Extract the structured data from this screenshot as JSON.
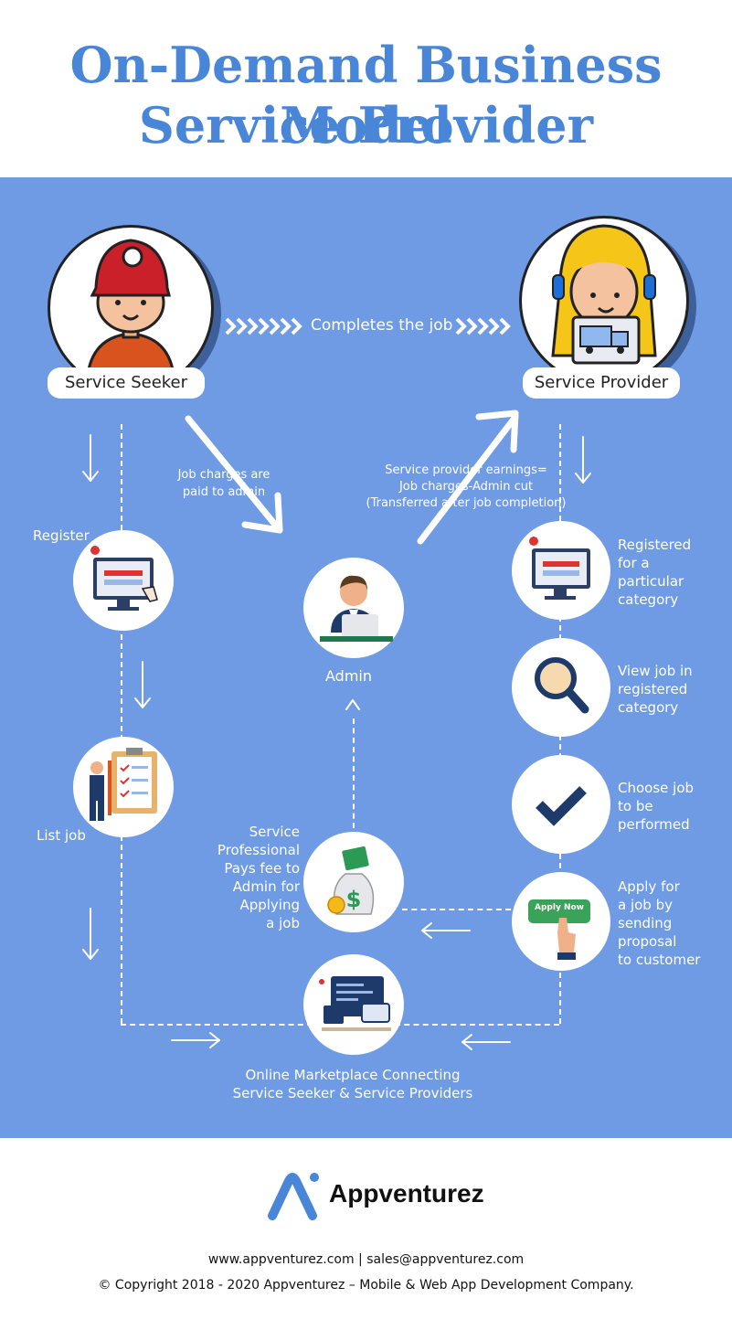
{
  "title": {
    "line1": "On-Demand Business Model",
    "line2": "Service Provider"
  },
  "seeker": {
    "label": "Service Seeker"
  },
  "provider": {
    "label": "Service Provider"
  },
  "top_flow": {
    "label": "Completes the job"
  },
  "job_charges": {
    "line1": "Job charges are",
    "line2": "paid to admin"
  },
  "earnings": {
    "line1": "Service provider earnings=",
    "line2": "Job charges-Admin cut",
    "line3": "(Transferred after job completion)"
  },
  "admin": {
    "label": "Admin"
  },
  "left_steps": {
    "register": "Register",
    "list_job": "List job"
  },
  "right_steps": {
    "registered": [
      "Registered",
      "for a",
      "particular",
      "category"
    ],
    "view_job": [
      "View job in",
      "registered",
      "category"
    ],
    "choose_job": [
      "Choose job",
      "to be",
      "performed"
    ],
    "apply_job": [
      "Apply for",
      "a job by",
      "sending",
      "proposal",
      "to customer"
    ]
  },
  "fee": {
    "lines": [
      "Service",
      "Professional",
      "Pays fee to",
      "Admin for",
      "Applying",
      "a job"
    ]
  },
  "apply_button": "Apply Now",
  "marketplace": {
    "line1": "Online Marketplace Connecting",
    "line2": "Service Seeker & Service Providers"
  },
  "brand": {
    "name": "Appventurez"
  },
  "footer": {
    "contact": "www.appventurez.com | sales@appventurez.com",
    "copyright": "© Copyright 2018 - 2020 Appventurez – Mobile & Web App Development Company."
  },
  "colors": {
    "accent": "#4a86d8",
    "panel": "#6f9be4",
    "navy": "#1d3a6b",
    "cap": "#c9202a",
    "shirt": "#d9531e",
    "hair": "#f5c518"
  }
}
